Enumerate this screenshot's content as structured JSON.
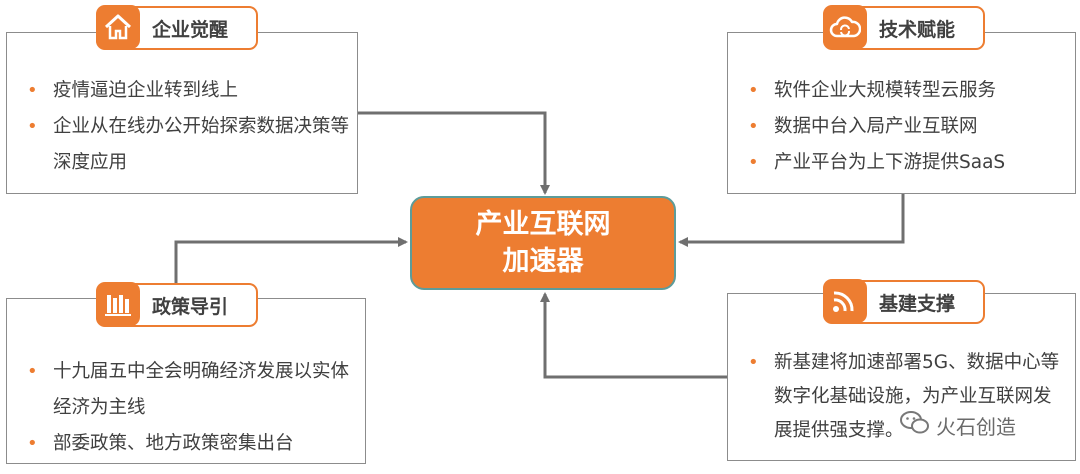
{
  "center": {
    "line1": "产业互联网",
    "line2": "加速器"
  },
  "panels": {
    "enterprise": {
      "title": "企业觉醒",
      "icon": "house-icon",
      "items": [
        "疫情逼迫企业转到线上",
        "企业从在线办公开始探索数据决策等深度应用"
      ]
    },
    "technology": {
      "title": "技术赋能",
      "icon": "cloud-sync-icon",
      "items": [
        "软件企业大规模转型云服务",
        "数据中台入局产业互联网",
        "产业平台为上下游提供SaaS"
      ]
    },
    "policy": {
      "title": "政策导引",
      "icon": "books-icon",
      "items": [
        "十九届五中全会明确经济发展以实体经济为主线",
        "部委政策、地方政策密集出台"
      ]
    },
    "infrastructure": {
      "title": "基建支撑",
      "icon": "wireless-signal-icon",
      "items": [
        "新基建将加速部署5G、数据中心等数字化基础设施，为产业互联网发展提供强支撑。"
      ]
    }
  },
  "watermark": {
    "text": "火石创造",
    "icon": "wechat-icon"
  },
  "colors": {
    "accent": "#ed7d31",
    "border": "#8c8c8c",
    "center_border": "#5d9c9a",
    "text": "#404040"
  }
}
